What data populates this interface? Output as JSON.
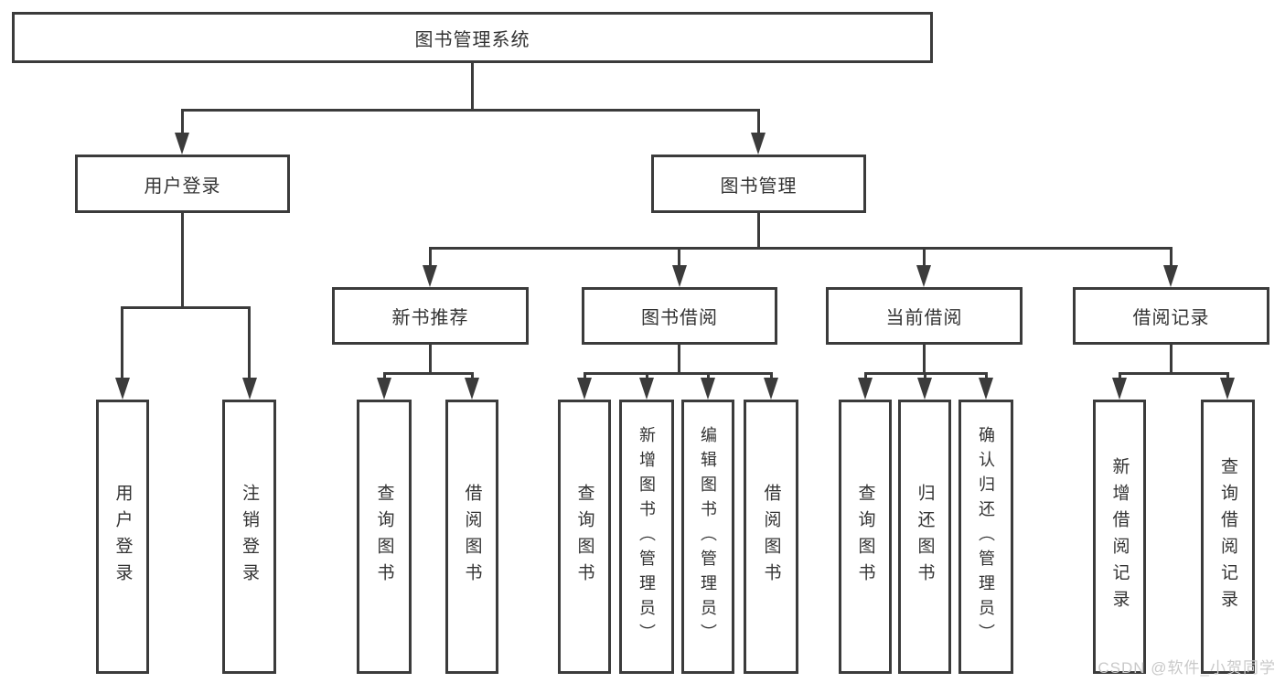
{
  "diagram_title": "图书管理系统",
  "tree": {
    "root": {
      "label": "图书管理系统",
      "children": [
        {
          "label": "用户登录",
          "children": [
            {
              "label": "用户登录"
            },
            {
              "label": "注销登录"
            }
          ]
        },
        {
          "label": "图书管理",
          "children": [
            {
              "label": "新书推荐",
              "children": [
                {
                  "label": "查询图书"
                },
                {
                  "label": "借阅图书"
                }
              ]
            },
            {
              "label": "图书借阅",
              "children": [
                {
                  "label": "查询图书"
                },
                {
                  "label": "新增图书（管理员）"
                },
                {
                  "label": "编辑图书（管理员）"
                },
                {
                  "label": "借阅图书"
                }
              ]
            },
            {
              "label": "当前借阅",
              "children": [
                {
                  "label": "查询图书"
                },
                {
                  "label": "归还图书"
                },
                {
                  "label": "确认归还（管理员）"
                }
              ]
            },
            {
              "label": "借阅记录",
              "children": [
                {
                  "label": "新增借阅记录"
                },
                {
                  "label": "查询借阅记录"
                }
              ]
            }
          ]
        }
      ]
    }
  },
  "watermark": {
    "text": "CSDN @软件_小贺同学"
  },
  "colors": {
    "line": "#3b3b3b",
    "text": "#333333",
    "background": "#ffffff",
    "watermark": "#c9c9c9"
  }
}
